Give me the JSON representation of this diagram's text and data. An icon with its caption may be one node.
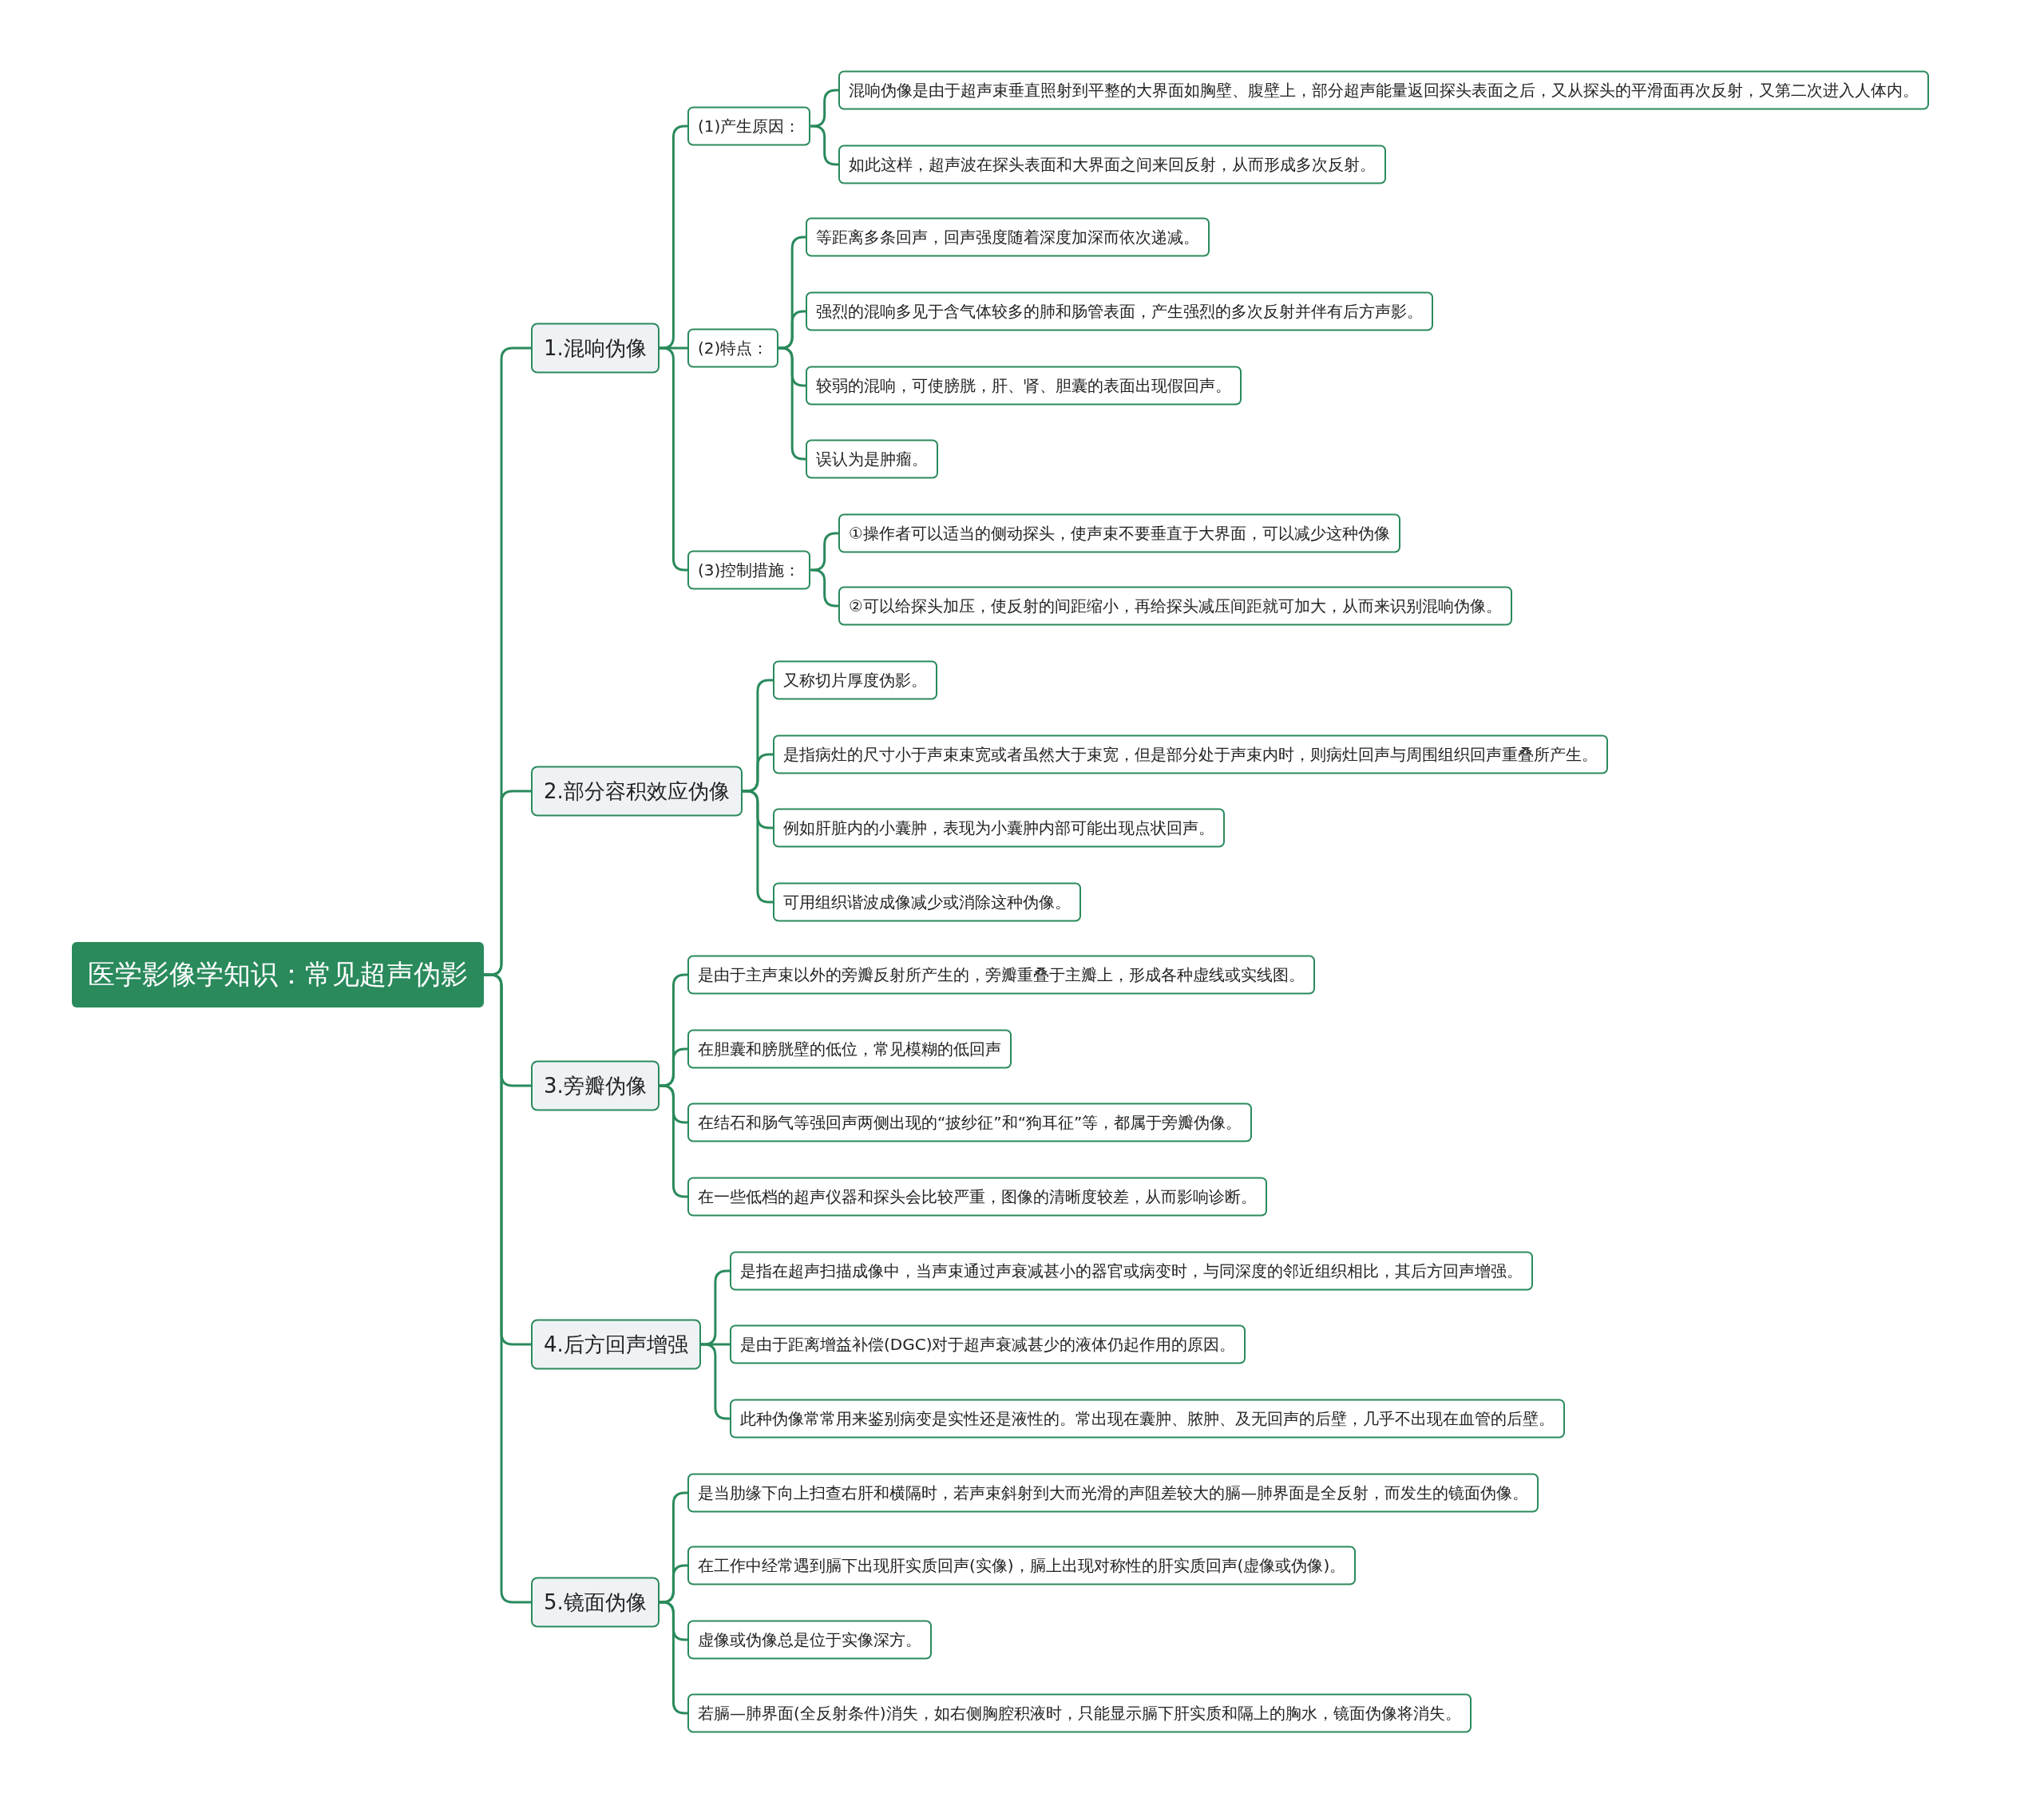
{
  "diagram": {
    "nodes": [
      {
        "text": [
          "医学影像学知识：常见超声伪影"
        ]
      },
      {
        "text": [
          "1.混响伪像"
        ]
      },
      {
        "text": [
          "(1)产生原因："
        ]
      },
      {
        "text": [
          "混响伪像是由于超声束垂直照射到平整的大界面如胸壁、腹壁上，部分超声能量返回探头表面之后，又从探头的平滑面再次反射，又第二次进入人体内。"
        ]
      },
      {
        "text": [
          "如此这样，超声波在探头表面和大界面之间来回反射，从而形成多次反射。"
        ]
      },
      {
        "text": [
          "(2)特点："
        ]
      },
      {
        "text": [
          "等距离多条回声，回声强度随着深度加深而依次递减。"
        ]
      },
      {
        "text": [
          "强烈的混响多见于含气体较多的肺和肠管表面，产生强烈的多次反射并伴有后方声影。"
        ]
      },
      {
        "text": [
          "较弱的混响，可使膀胱，肝、肾、胆囊的表面出现假回声。"
        ]
      },
      {
        "text": [
          "误认为是肿瘤。"
        ]
      },
      {
        "text": [
          "(3)控制措施："
        ]
      },
      {
        "text": [
          "①操作者可以适当的侧动探头，使声束不要垂直于大界面，可以减少这种伪像"
        ]
      },
      {
        "text": [
          "②可以给探头加压，使反射的间距缩小，再给探头减压间距就可加大，从而来识别混响伪像。"
        ]
      },
      {
        "text": [
          "2.部分容积效应伪像"
        ]
      },
      {
        "text": [
          "又称切片厚度伪影。"
        ]
      },
      {
        "text": [
          "是指病灶的尺寸小于声束束宽或者虽然大于束宽，但是部分处于声束内时，则病灶回声与周围组织回声重叠所产生。"
        ]
      },
      {
        "text": [
          "例如肝脏内的小囊肿，表现为小囊肿内部可能出现点状回声。"
        ]
      },
      {
        "text": [
          "可用组织谐波成像减少或消除这种伪像。"
        ]
      },
      {
        "text": [
          "3.旁瓣伪像"
        ]
      },
      {
        "text": [
          "是由于主声束以外的旁瓣反射所产生的，旁瓣重叠于主瓣上，形成各种虚线或实线图。"
        ]
      },
      {
        "text": [
          "在胆囊和膀胱壁的低位，常见模糊的低回声"
        ]
      },
      {
        "text": [
          "在结石和肠气等强回声两侧出现的“披纱征”和“狗耳征”等，都属于旁瓣伪像。"
        ]
      },
      {
        "text": [
          "在一些低档的超声仪器和探头会比较严重，图像的清晰度较差，从而影响诊断。"
        ]
      },
      {
        "text": [
          "4.后方回声增强"
        ]
      },
      {
        "text": [
          "是指在超声扫描成像中，当声束通过声衰减甚小的器官或病变时，与同深度的邻近组织相比，其后方回声增强。"
        ]
      },
      {
        "text": [
          "是由于距离增益补偿(DGC)对于超声衰减甚少的液体仍起作用的原因。"
        ]
      },
      {
        "text": [
          "此种伪像常常用来鉴别病变是实性还是液性的。常出现在囊肿、脓肿、及无回声的后壁，几乎不出现在血管的后壁。"
        ]
      },
      {
        "text": [
          "5.镜面伪像"
        ]
      },
      {
        "text": [
          "是当肋缘下向上扫查右肝和横隔时，若声束斜射到大而光滑的声阻差较大的膈—肺界面是全反射，而发生的镜面伪像。"
        ]
      },
      {
        "text": [
          "在工作中经常遇到膈下出现肝实质回声(实像)，膈上出现对称性的肝实质回声(虚像或伪像)。"
        ]
      },
      {
        "text": [
          "虚像或伪像总是位于实像深方。"
        ]
      },
      {
        "text": [
          "若膈—肺界面(全反射条件)消失，如右侧胸腔积液时，只能显示膈下肝实质和隔上的胸水，镜面伪像将消失。"
        ]
      }
    ],
    "edges": [
      {
        "from": 0,
        "to": 1,
        "arrow": "none"
      },
      {
        "from": 1,
        "to": 2,
        "arrow": "none"
      },
      {
        "from": 2,
        "to": 3,
        "arrow": "none"
      },
      {
        "from": 2,
        "to": 4,
        "arrow": "none"
      },
      {
        "from": 1,
        "to": 5,
        "arrow": "none"
      },
      {
        "from": 5,
        "to": 6,
        "arrow": "none"
      },
      {
        "from": 5,
        "to": 7,
        "arrow": "none"
      },
      {
        "from": 5,
        "to": 8,
        "arrow": "none"
      },
      {
        "from": 5,
        "to": 9,
        "arrow": "none"
      },
      {
        "from": 1,
        "to": 10,
        "arrow": "none"
      },
      {
        "from": 10,
        "to": 11,
        "arrow": "none"
      },
      {
        "from": 10,
        "to": 12,
        "arrow": "none"
      },
      {
        "from": 0,
        "to": 13,
        "arrow": "none"
      },
      {
        "from": 13,
        "to": 14,
        "arrow": "none"
      },
      {
        "from": 13,
        "to": 15,
        "arrow": "none"
      },
      {
        "from": 13,
        "to": 16,
        "arrow": "none"
      },
      {
        "from": 13,
        "to": 17,
        "arrow": "none"
      },
      {
        "from": 0,
        "to": 18,
        "arrow": "none"
      },
      {
        "from": 18,
        "to": 19,
        "arrow": "none"
      },
      {
        "from": 18,
        "to": 20,
        "arrow": "none"
      },
      {
        "from": 18,
        "to": 21,
        "arrow": "none"
      },
      {
        "from": 18,
        "to": 22,
        "arrow": "none"
      },
      {
        "from": 0,
        "to": 23,
        "arrow": "none"
      },
      {
        "from": 23,
        "to": 24,
        "arrow": "none"
      },
      {
        "from": 23,
        "to": 25,
        "arrow": "none"
      },
      {
        "from": 23,
        "to": 26,
        "arrow": "none"
      },
      {
        "from": 0,
        "to": 27,
        "arrow": "none"
      },
      {
        "from": 27,
        "to": 28,
        "arrow": "none"
      },
      {
        "from": 27,
        "to": 29,
        "arrow": "none"
      },
      {
        "from": 27,
        "to": 30,
        "arrow": "none"
      },
      {
        "from": 27,
        "to": 31,
        "arrow": "none"
      }
    ]
  }
}
